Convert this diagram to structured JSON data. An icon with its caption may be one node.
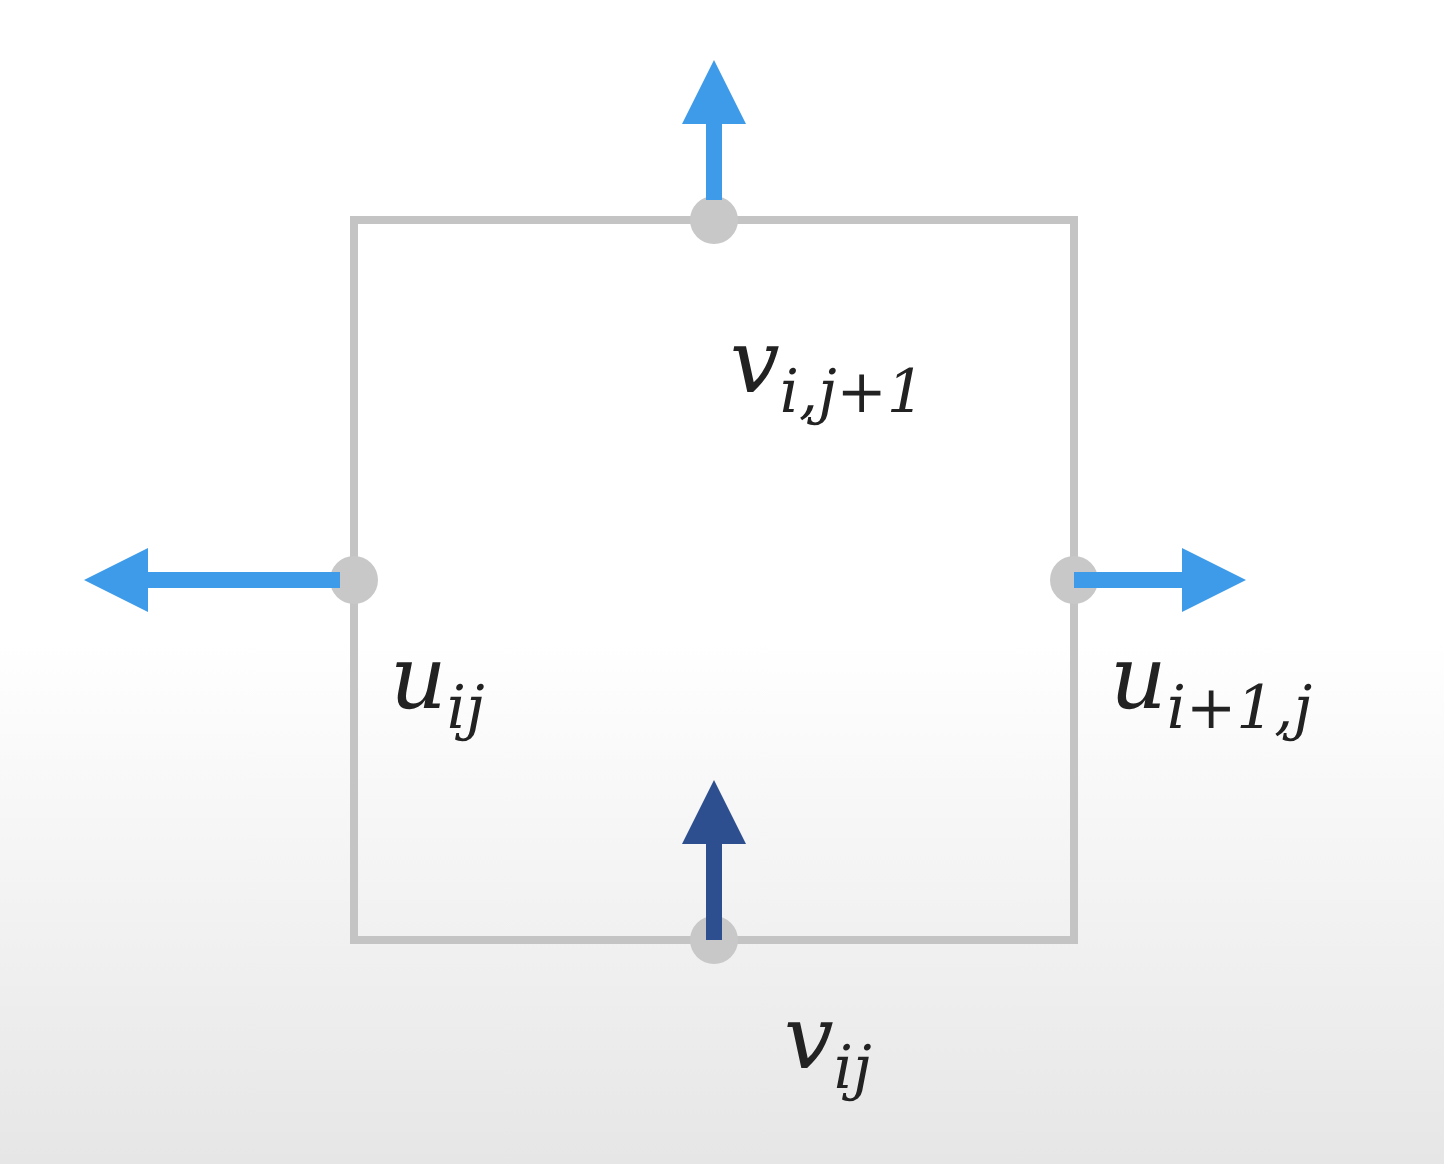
{
  "diagram": {
    "labels": [
      "v$_{i,j+1}$",
      "u$_{ij}$",
      "u$_{i+1,j}$",
      "v$_{ij}$"
    ]
  }
}
